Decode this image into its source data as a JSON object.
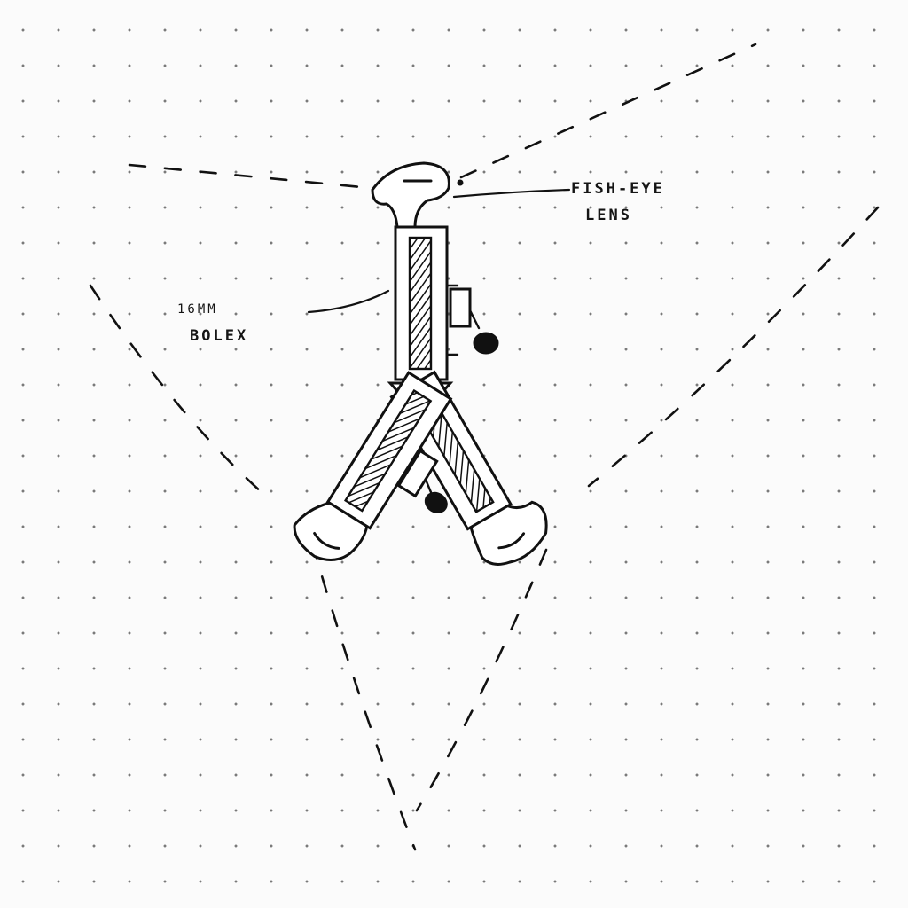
{
  "labels": {
    "fisheye": {
      "line1": "FISH-EYE",
      "line2": "LENS"
    },
    "camera": {
      "line1": "16MM",
      "line2": "BOLEX"
    }
  },
  "colors": {
    "ink": "#111111",
    "paper": "#fbfbfb",
    "grid_dot": "#7a7a7a"
  }
}
